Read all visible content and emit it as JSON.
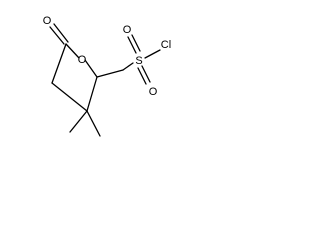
{
  "molecule": {
    "atoms": {
      "carbonyl_oxygen": "O",
      "ring_oxygen": "O",
      "sulfur": "S",
      "chlorine": "Cl",
      "sulfonyl_oxygen_top": "O",
      "sulfonyl_oxygen_bottom": "O"
    }
  },
  "colors": {
    "bond": "#000000",
    "text": "#000000",
    "background": "#ffffff"
  }
}
